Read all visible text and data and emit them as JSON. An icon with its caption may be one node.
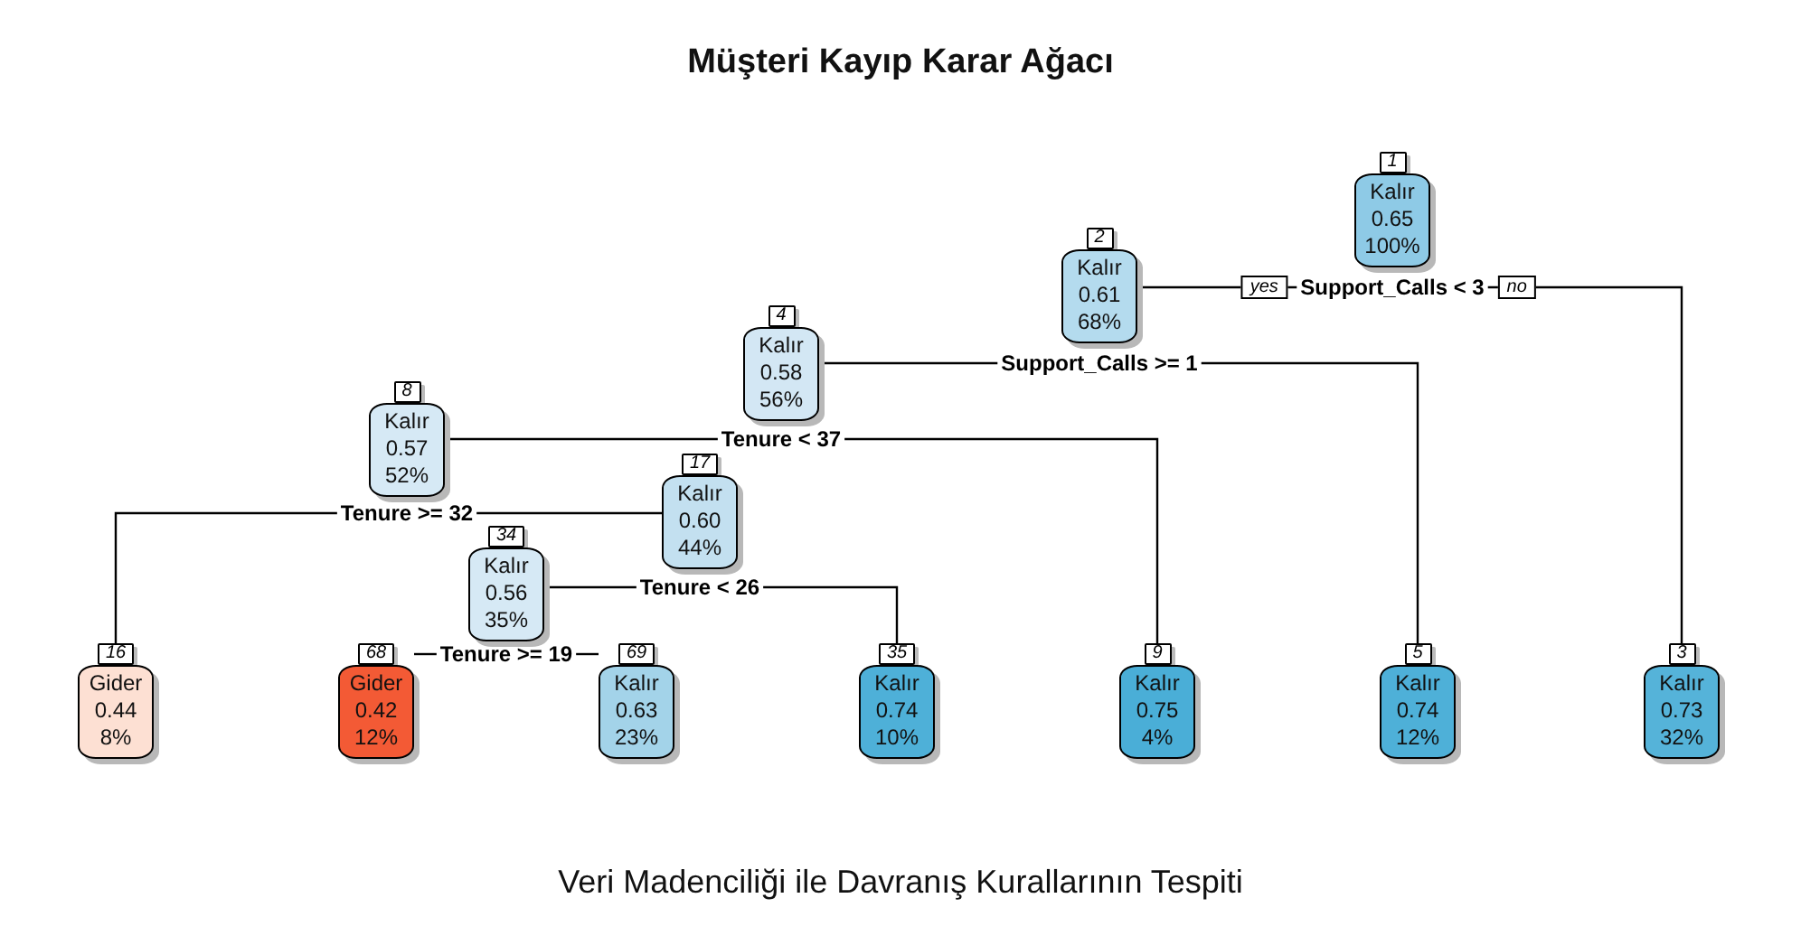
{
  "diagram": {
    "title": "Müşteri Kayıp Karar Ağacı",
    "caption": "Veri Madenciliği ile Davranış Kurallarının Tespiti",
    "nodes": [
      {
        "text": [
          "1",
          "Kalır",
          "0.65",
          "100%"
        ]
      },
      {
        "text": [
          "2",
          "Kalır",
          "0.61",
          "68%"
        ]
      },
      {
        "text": [
          "Support_Calls < 3"
        ]
      },
      {
        "text": [
          "4",
          "Kalır",
          "0.58",
          "56%"
        ]
      },
      {
        "text": [
          "Support_Calls >= 1"
        ]
      },
      {
        "text": [
          "8",
          "Kalır",
          "0.57",
          "52%"
        ]
      },
      {
        "text": [
          "Tenure < 37"
        ]
      },
      {
        "text": [
          "17",
          "Kalır",
          "0.60",
          "44%"
        ]
      },
      {
        "text": [
          "Tenure >= 32"
        ]
      },
      {
        "text": [
          "34",
          "Kalır",
          "0.56",
          "35%"
        ]
      },
      {
        "text": [
          "Tenure < 26"
        ]
      },
      {
        "text": [
          "16",
          "Gider",
          "0.44",
          "8%"
        ]
      },
      {
        "text": [
          "68",
          "Gider",
          "0.42",
          "12%"
        ]
      },
      {
        "text": [
          "Tenure >= 19"
        ]
      },
      {
        "text": [
          "69",
          "Kalır",
          "0.63",
          "23%"
        ]
      },
      {
        "text": [
          "35",
          "Kalır",
          "0.74",
          "10%"
        ]
      },
      {
        "text": [
          "9",
          "Kalır",
          "0.75",
          "4%"
        ]
      },
      {
        "text": [
          "5",
          "Kalır",
          "0.74",
          "12%"
        ]
      },
      {
        "text": [
          "3",
          "Kalır",
          "0.73",
          "32%"
        ]
      }
    ],
    "edges": [
      {
        "from": 2,
        "to": 1,
        "arrow": "none",
        "label": "yes"
      },
      {
        "from": 2,
        "to": 18,
        "arrow": "none",
        "label": "no"
      },
      {
        "from": 4,
        "to": 3,
        "arrow": "none"
      },
      {
        "from": 4,
        "to": 17,
        "arrow": "none"
      },
      {
        "from": 6,
        "to": 5,
        "arrow": "none"
      },
      {
        "from": 6,
        "to": 16,
        "arrow": "none"
      },
      {
        "from": 8,
        "to": 11,
        "arrow": "none"
      },
      {
        "from": 8,
        "to": 7,
        "arrow": "none"
      },
      {
        "from": 10,
        "to": 9,
        "arrow": "none"
      },
      {
        "from": 10,
        "to": 15,
        "arrow": "none"
      },
      {
        "from": 13,
        "to": 12,
        "arrow": "none"
      },
      {
        "from": 13,
        "to": 14,
        "arrow": "none"
      }
    ]
  }
}
